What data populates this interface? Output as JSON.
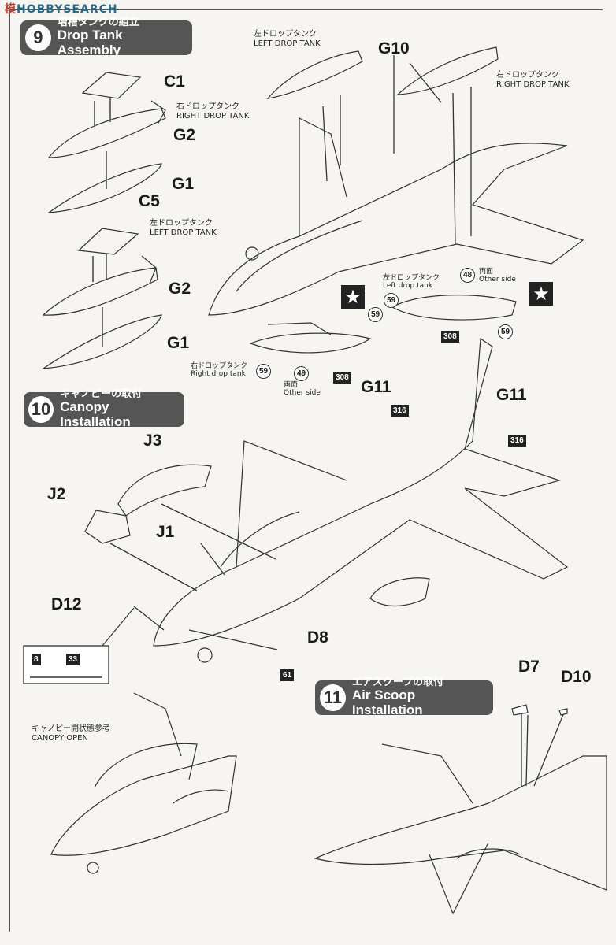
{
  "header": {
    "logo_a": "模",
    "logo_b": "HOBBYSEARCH"
  },
  "steps": [
    {
      "num": "9",
      "jp": "増槽タンクの組立",
      "en": "Drop Tank Assembly"
    },
    {
      "num": "10",
      "jp": "キャノピーの取付",
      "en": "Canopy Installation"
    },
    {
      "num": "11",
      "jp": "エアスクープの取付",
      "en": "Air Scoop Installation"
    }
  ],
  "parts": {
    "C1": "C1",
    "G2a": "G2",
    "G1a": "G1",
    "C5": "C5",
    "G2b": "G2",
    "G1b": "G1",
    "G10": "G10",
    "G11a": "G11",
    "G11b": "G11",
    "J3": "J3",
    "J2": "J2",
    "J1": "J1",
    "D12": "D12",
    "D8": "D8",
    "D7": "D7",
    "D10": "D10"
  },
  "labels": {
    "right_tank_jp": "右ドロップタンク",
    "right_tank_en": "RIGHT DROP TANK",
    "left_tank_jp": "左ドロップタンク",
    "left_tank_en": "LEFT DROP TANK",
    "top_left_jp": "左ドロップタンク",
    "top_left_en": "LEFT DROP TANK",
    "top_right_jp": "右ドロップタンク",
    "top_right_en": "RIGHT DROP TANK",
    "decal_left_jp": "左ドロップタンク",
    "decal_left_en": "Left drop tank",
    "decal_right_jp": "右ドロップタンク",
    "decal_right_en": "Right drop tank",
    "both_sides_jp": "両面",
    "both_sides_en": "Other side",
    "both_sides_jp2": "両面",
    "both_sides_en2": "Other side",
    "canopy_jp": "キャノピー開状態参考",
    "canopy_en": "CANOPY OPEN"
  },
  "decals": {
    "d48": "48",
    "d59a": "59",
    "d59b": "59",
    "d59c": "59",
    "d59d": "59",
    "d49": "49"
  },
  "paint": {
    "p308a": "308",
    "p308b": "308",
    "p316a": "316",
    "p316b": "316",
    "p61": "61",
    "p8": "8",
    "p33": "33"
  },
  "icons": {
    "star": "★"
  }
}
